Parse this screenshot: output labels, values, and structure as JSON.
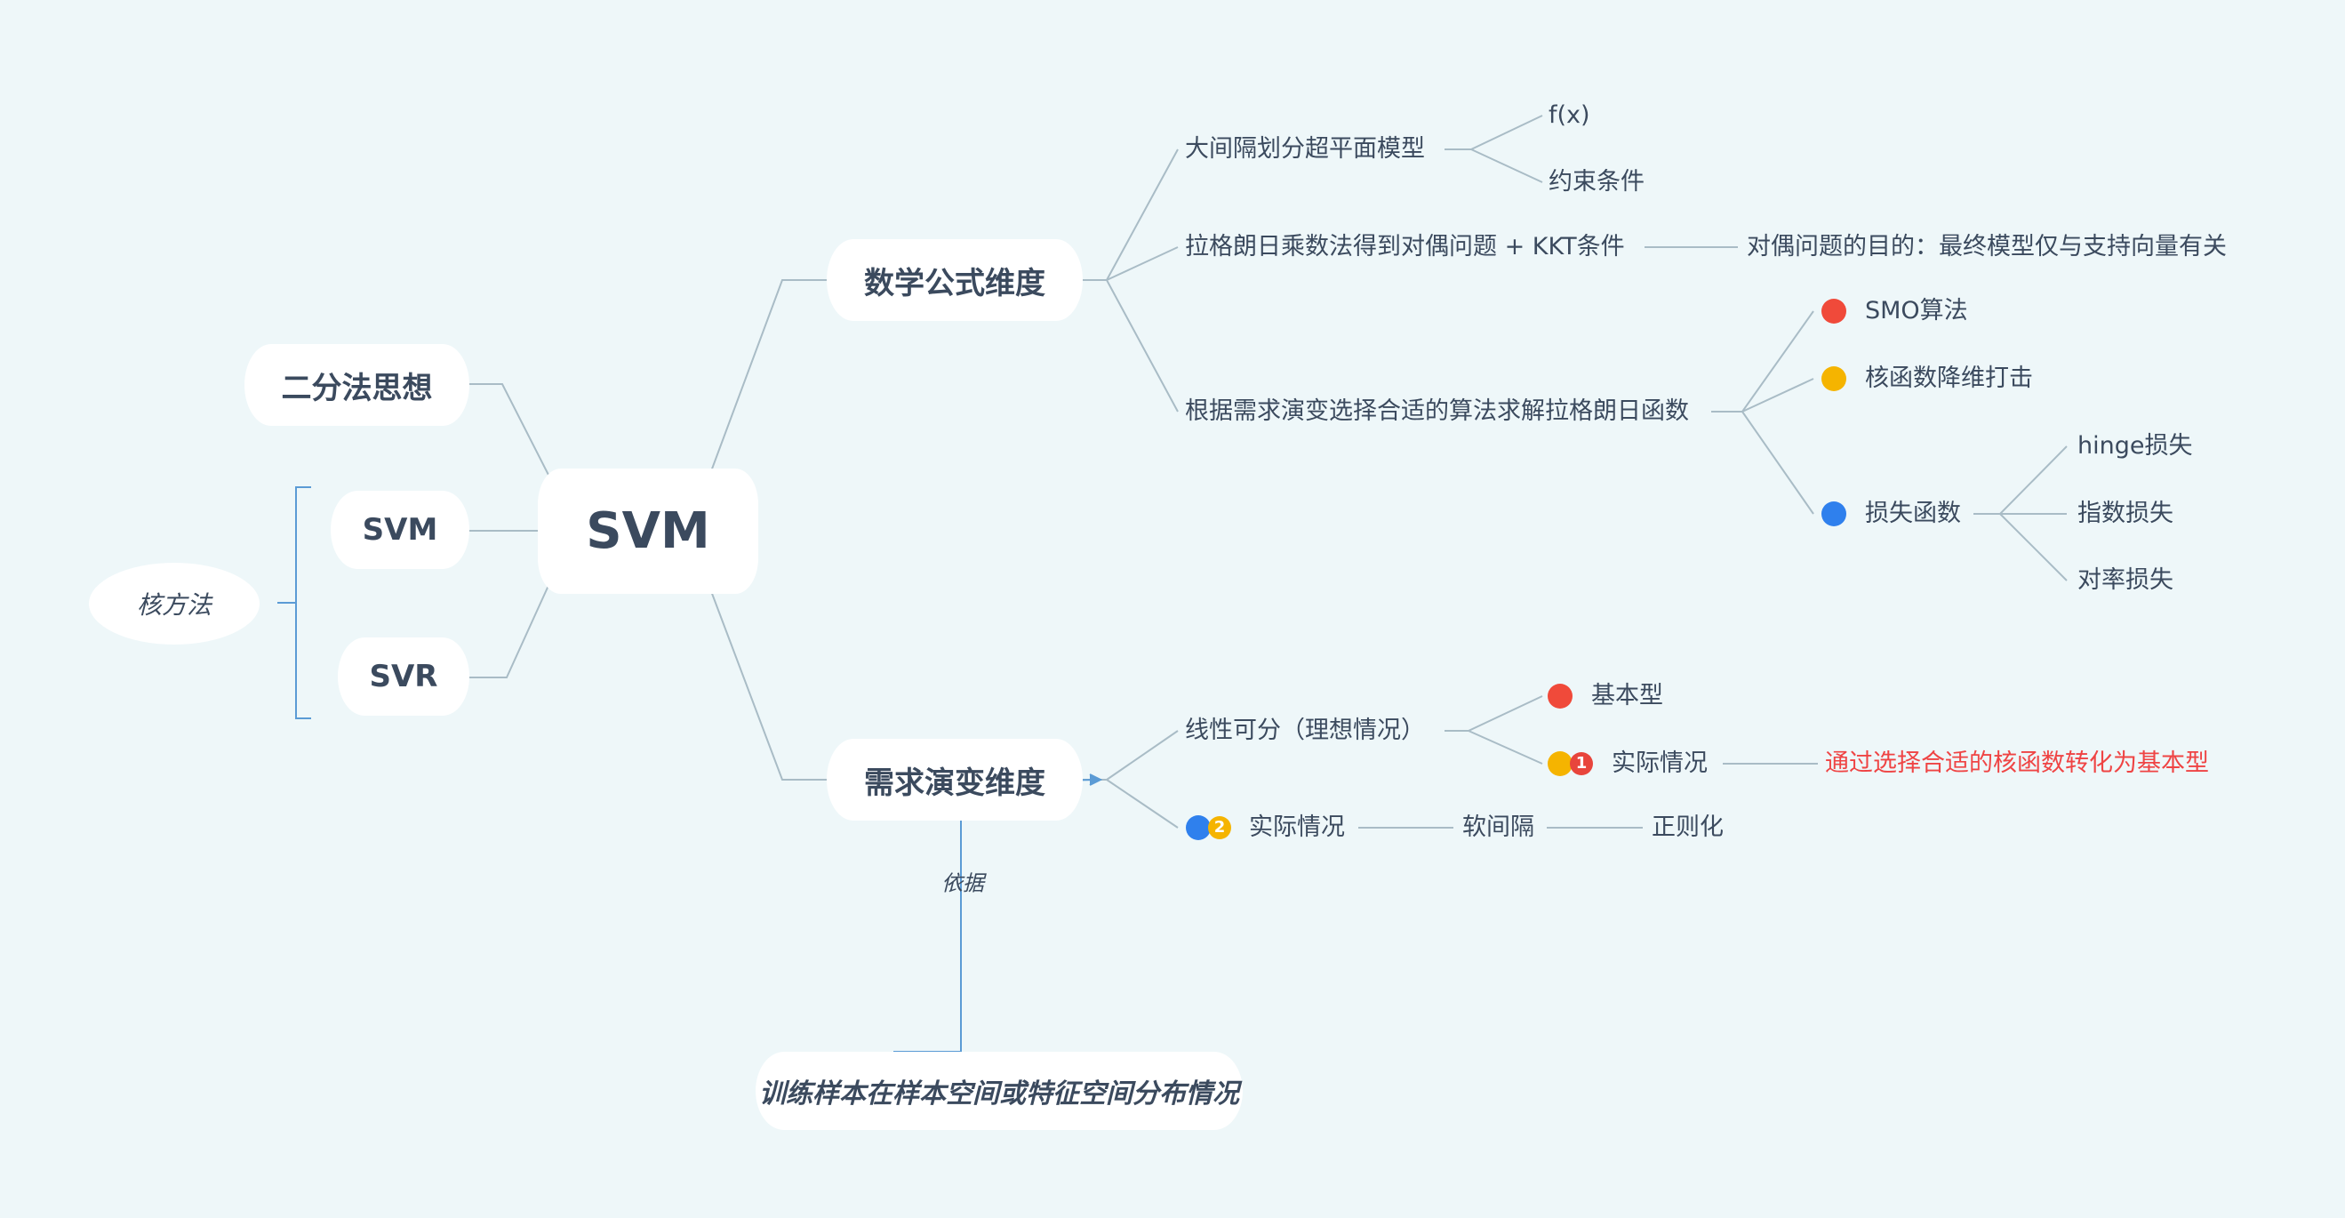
{
  "colors": {
    "background": "#eef7f9",
    "node_fill": "#ffffff",
    "text": "#3b4a5e",
    "branch_line": "#a9bcc6",
    "bracket": "#5b9bd5",
    "red": "#f04a3a",
    "yellow": "#f5b400",
    "blue": "#2f80ed",
    "highlight_text": "#ef4444"
  },
  "root": {
    "label": "SVM"
  },
  "left": {
    "dichotomy": "二分法思想",
    "svm": "SVM",
    "svr": "SVR",
    "kernel": "核方法"
  },
  "math": {
    "title": "数学公式维度",
    "margin_model": "大间隔划分超平面模型",
    "fx": "f(x)",
    "constraint": "约束条件",
    "lagrange": "拉格朗日乘数法得到对偶问题 + KKT条件",
    "dual_goal": "对偶问题的目的：最终模型仅与支持向量有关",
    "solve": "根据需求演变选择合适的算法求解拉格朗日函数",
    "smo": "SMO算法",
    "kernel_reduce": "核函数降维打击",
    "loss": "损失函数",
    "hinge": "hinge损失",
    "exp_loss": "指数损失",
    "log_loss": "对率损失"
  },
  "demand": {
    "title": "需求演变维度",
    "separable": "线性可分（理想情况）",
    "basic": "基本型",
    "actual1": "实际情况",
    "kernel_basic": "通过选择合适的核函数转化为基本型",
    "actual2": "实际情况",
    "soft_margin": "软间隔",
    "regularization": "正则化",
    "badge1": "1",
    "badge2": "2"
  },
  "relation": {
    "label": "依据",
    "source": "训练样本在样本空间或特征空间分布情况"
  },
  "icons": {
    "smo": "red-dot-icon",
    "kernel_reduce": "yellow-dot-icon",
    "loss": "blue-dot-icon",
    "basic": "red-dot-icon",
    "actual1": "yellow-dot-red-1-badge-icon",
    "actual2": "blue-dot-yellow-2-badge-icon"
  }
}
